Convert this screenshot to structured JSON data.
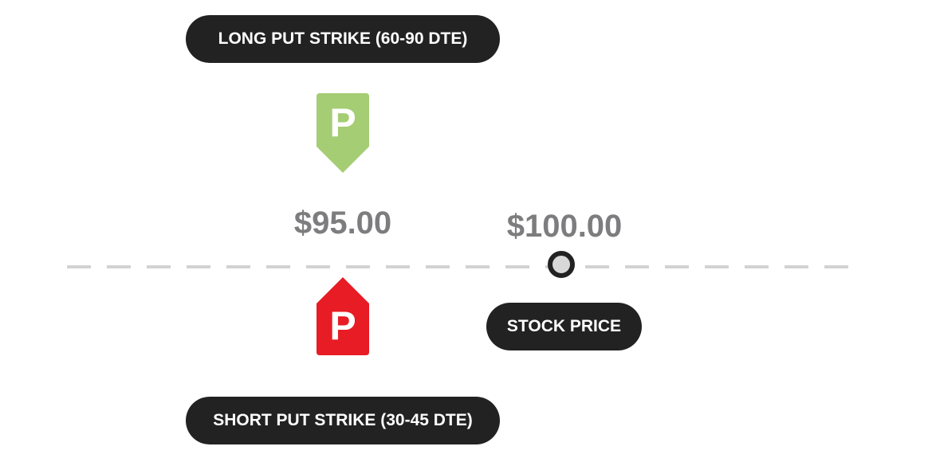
{
  "labels": {
    "long_put": "LONG PUT STRIKE (60-90 DTE)",
    "short_put": "SHORT PUT STRIKE (30-45 DTE)",
    "stock_price": "STOCK PRICE"
  },
  "prices": {
    "strike": "$95.00",
    "stock": "$100.00"
  },
  "markers": {
    "long": {
      "letter": "P",
      "color": "#a5cd74",
      "icon": "put-tag-down-icon"
    },
    "short": {
      "letter": "P",
      "color": "#e71c24",
      "icon": "put-tag-up-icon"
    }
  },
  "colors": {
    "pill_bg": "#222222",
    "price_text": "#7d7d7f",
    "axis_dash": "#d2d2d2",
    "stock_dot_fill": "#d8d8d8"
  }
}
